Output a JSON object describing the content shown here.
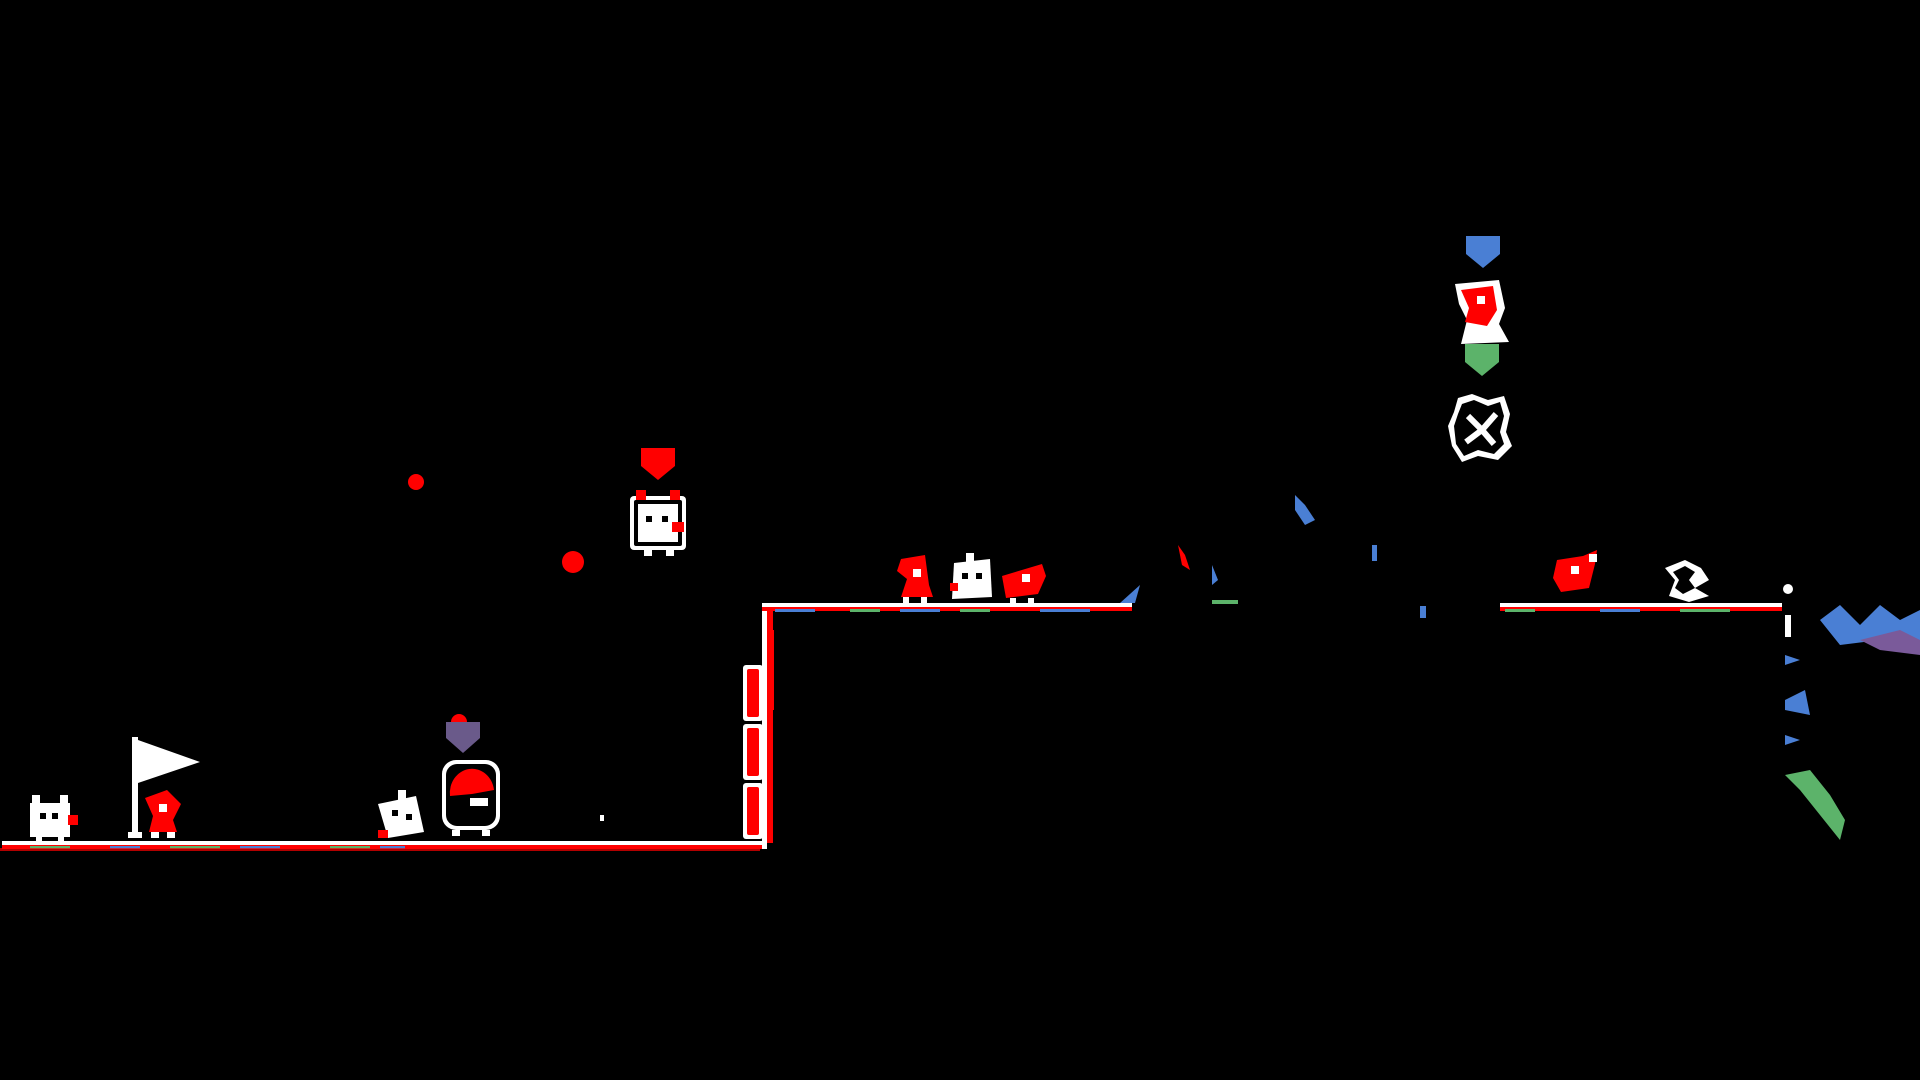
{
  "game": {
    "background": "#000000",
    "colors": {
      "white": "#ffffff",
      "red": "#ff0000",
      "blue": "#4a7fd4",
      "green": "#5cb36a",
      "purple": "#7a5a9a",
      "crown_purple": "#6a5a8a"
    },
    "players": [
      {
        "name": "red-player",
        "indicator_color": "#ff0000",
        "icon": "white-pig-character"
      },
      {
        "name": "purple-player",
        "indicator_color": "#6a5a8a",
        "icon": "helmet-ball-character"
      },
      {
        "name": "blue-player",
        "indicator_color": "#4a7fd4",
        "icon": "red-hood-character"
      },
      {
        "name": "green-player",
        "indicator_color": "#5cb36a",
        "icon": "spiky-blob-character"
      }
    ],
    "objects": {
      "goal": "flag-icon",
      "barrier": "red-barrier-blocks",
      "projectiles": "red-bullet-icon"
    }
  }
}
